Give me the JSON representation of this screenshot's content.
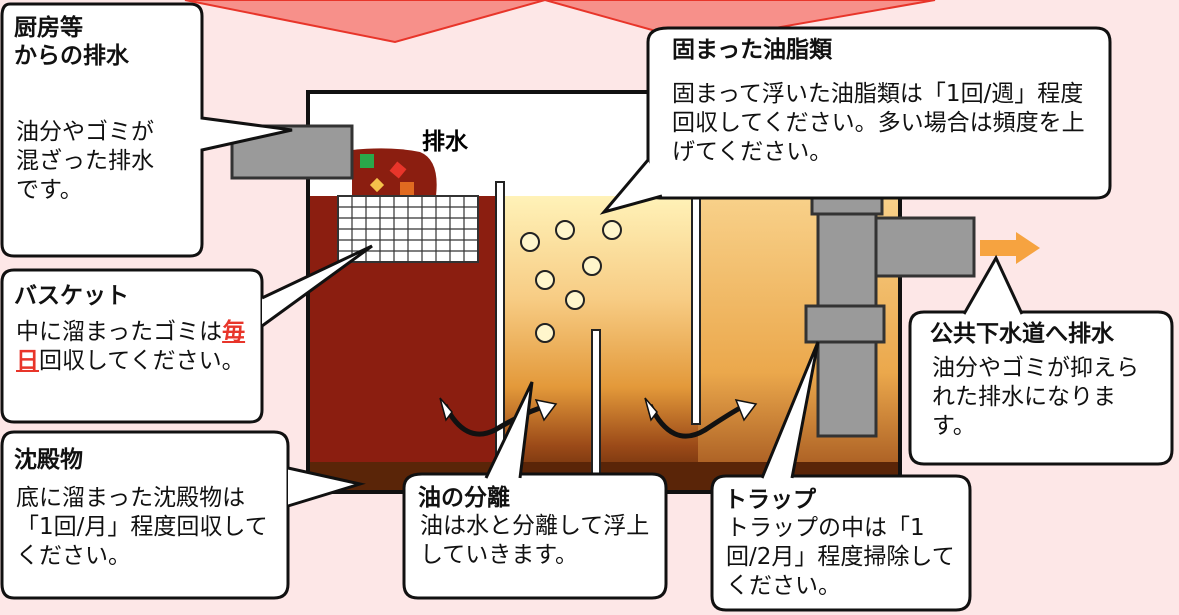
{
  "tank_label": "排水",
  "callouts": {
    "kitchen": {
      "title": "厨房等\nからの排水",
      "body": "油分やゴミが混ざった排水です。"
    },
    "solid_grease": {
      "title": "固まった油脂類",
      "body": "固まって浮いた油脂類は「1回/週」程度回収してください。多い場合は頻度を上げてください。"
    },
    "basket": {
      "title": "バスケット",
      "body_before": "中に溜まったゴミは",
      "body_emph": "毎日",
      "body_after": "回収してください。"
    },
    "outflow": {
      "title": "公共下水道へ排水",
      "body": "油分やゴミが抑えられた排水になります。"
    },
    "sediment": {
      "title": "沈殿物",
      "body": "底に溜まった沈殿物は「1回/月」程度回収してください。"
    },
    "separation": {
      "title": "油の分離",
      "body": "油は水と分離して浮上していきます。"
    },
    "trap": {
      "title": "トラップ",
      "body": "トラップの中は「1回/2月」程度掃除してください。"
    }
  },
  "colors": {
    "background": "#fde7e7",
    "sludge": "#8b1e10",
    "grease": "#f7c77a",
    "pipe": "#9a9a9a",
    "accent_red": "#e8352a",
    "arrow_orange": "#f6a340"
  }
}
